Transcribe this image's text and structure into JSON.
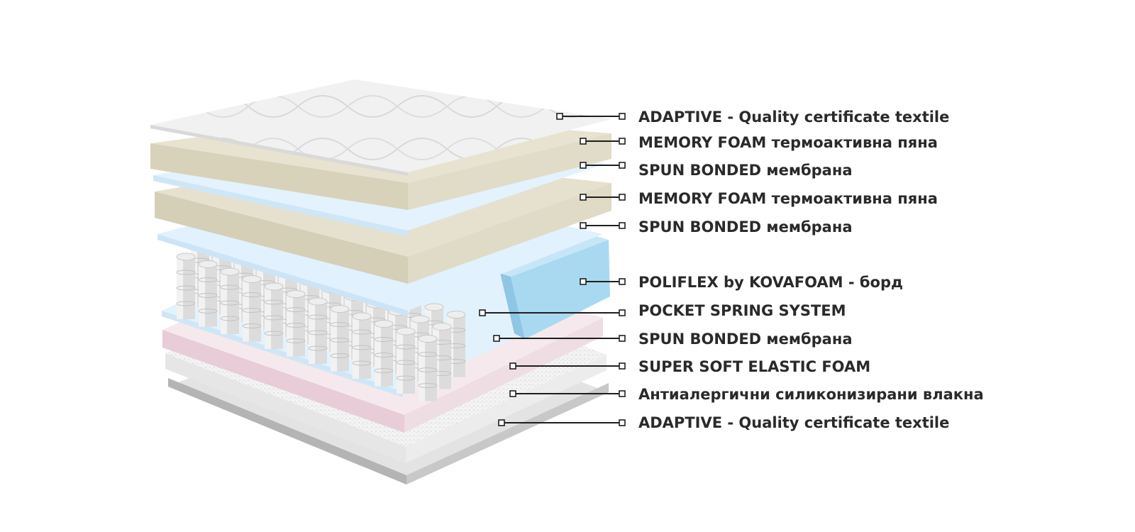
{
  "labels": [
    "ADAPTIVE - Quality certificate textile",
    "MEMORY FOAM термоактивна пяна",
    "SPUN BONDED мембрана",
    "MEMORY FOAM термоактивна пяна",
    "SPUN BONDED мембрана",
    "POLIFLEX by KOVAFOAM - борд",
    "POCKET SPRING SYSTEM",
    "SPUN BONDED мембрана",
    "SUPER SOFT ELASTIC FOAM",
    "Антиалергични силиконизирани влакна",
    "ADAPTIVE - Quality certificate textile"
  ],
  "colors": {
    "quilted_top": "#eeeeee",
    "memory_foam": "#ddd8c6",
    "spun_bonded": "#dcefff",
    "poliflex_board": "#9fd3ef",
    "springs": "#d9d9d9",
    "super_soft_foam": "#efdde4",
    "silicone_fibres": "#f1f1f1",
    "bottom_textile": "#c8c8c8",
    "leader_line": "#1f1f1f",
    "label_text": "#2a2a2a"
  }
}
